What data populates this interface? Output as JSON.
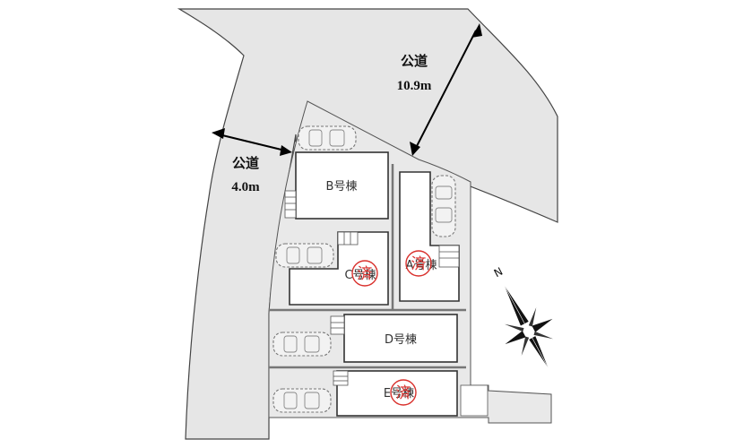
{
  "roads": {
    "west": {
      "name": "公道",
      "width": "4.0m"
    },
    "north": {
      "name": "公道",
      "width": "10.9m"
    }
  },
  "buildings": {
    "a": {
      "label": "A号棟",
      "status": "済"
    },
    "b": {
      "label": "B号棟"
    },
    "c": {
      "label": "C号棟",
      "status": "済"
    },
    "d": {
      "label": "D号棟"
    },
    "e": {
      "label": "E号棟",
      "status": "済"
    }
  },
  "compass": {
    "north_label": "N"
  }
}
